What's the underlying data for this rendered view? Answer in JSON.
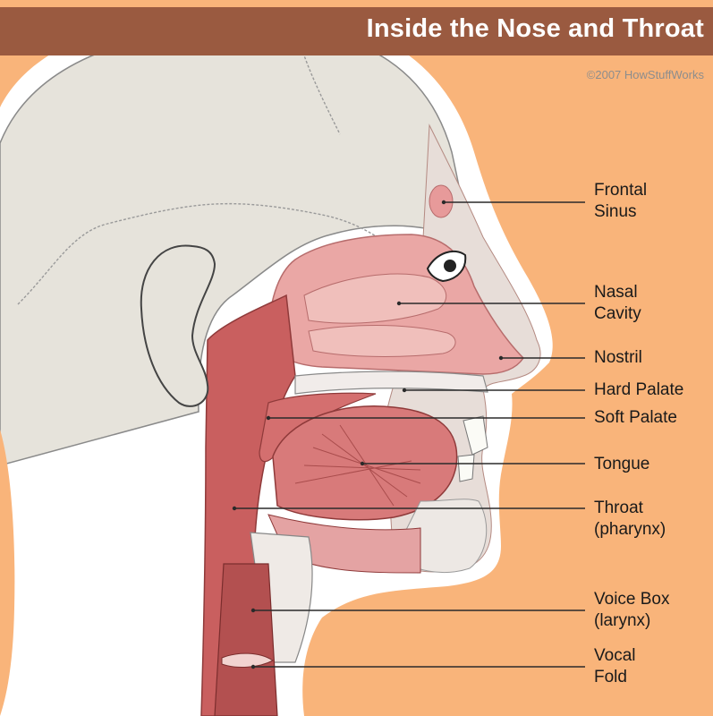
{
  "header": {
    "title": "Inside the Nose and Throat",
    "copyright": "©2007 HowStuffWorks"
  },
  "colors": {
    "background": "#f9b47a",
    "title_bar": "#9a5a40",
    "skull": "#e6e3db",
    "tissue_pink": "#eaa7a5",
    "muscle_red": "#c85a5a",
    "leader_line": "#2a2a2a"
  },
  "labels": [
    {
      "id": "frontal-sinus",
      "lines": [
        "Frontal",
        "Sinus"
      ]
    },
    {
      "id": "nasal-cavity",
      "lines": [
        "Nasal",
        "Cavity"
      ]
    },
    {
      "id": "nostril",
      "lines": [
        "Nostril"
      ]
    },
    {
      "id": "hard-palate",
      "lines": [
        "Hard Palate"
      ]
    },
    {
      "id": "soft-palate",
      "lines": [
        "Soft Palate"
      ]
    },
    {
      "id": "tongue",
      "lines": [
        "Tongue"
      ]
    },
    {
      "id": "throat",
      "lines": [
        "Throat",
        "(pharynx)"
      ]
    },
    {
      "id": "voice-box",
      "lines": [
        "Voice Box",
        "(larynx)"
      ]
    },
    {
      "id": "vocal-fold",
      "lines": [
        "Vocal",
        "Fold"
      ]
    }
  ]
}
